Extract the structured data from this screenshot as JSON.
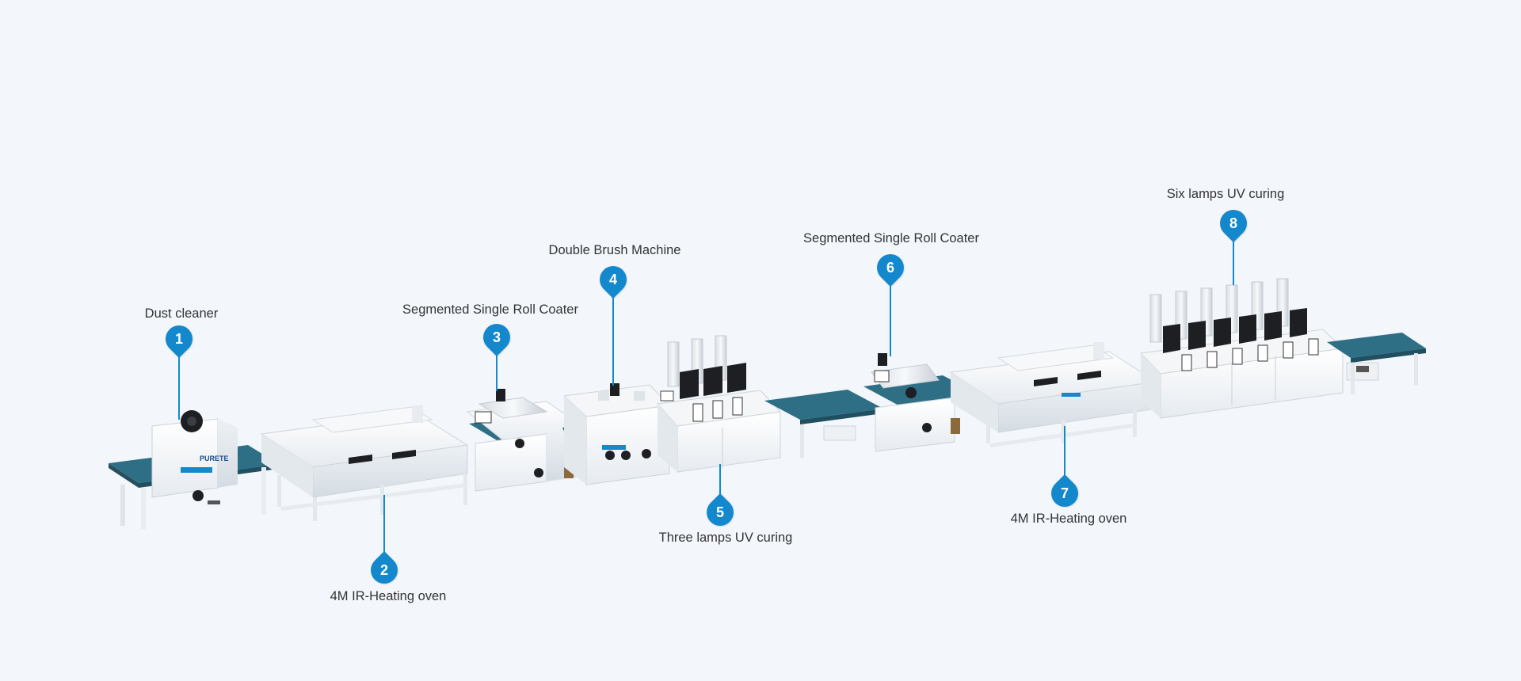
{
  "colors": {
    "background": "#f3f7fb",
    "accent": "#1488cc",
    "belt": "#2f6f86",
    "machine": "#ffffff",
    "machine_shade": "#e4e9ee",
    "dark_parts": "#1d1f22"
  },
  "brand_mark": "PURETE",
  "callouts": [
    {
      "number": "1",
      "label": "Dust cleaner"
    },
    {
      "number": "2",
      "label": "4M IR-Heating oven"
    },
    {
      "number": "3",
      "label": "Segmented Single Roll Coater"
    },
    {
      "number": "4",
      "label": "Double Brush Machine"
    },
    {
      "number": "5",
      "label": "Three lamps UV curing"
    },
    {
      "number": "6",
      "label": "Segmented Single Roll Coater"
    },
    {
      "number": "7",
      "label": "4M IR-Heating oven"
    },
    {
      "number": "8",
      "label": "Six lamps UV curing"
    }
  ]
}
